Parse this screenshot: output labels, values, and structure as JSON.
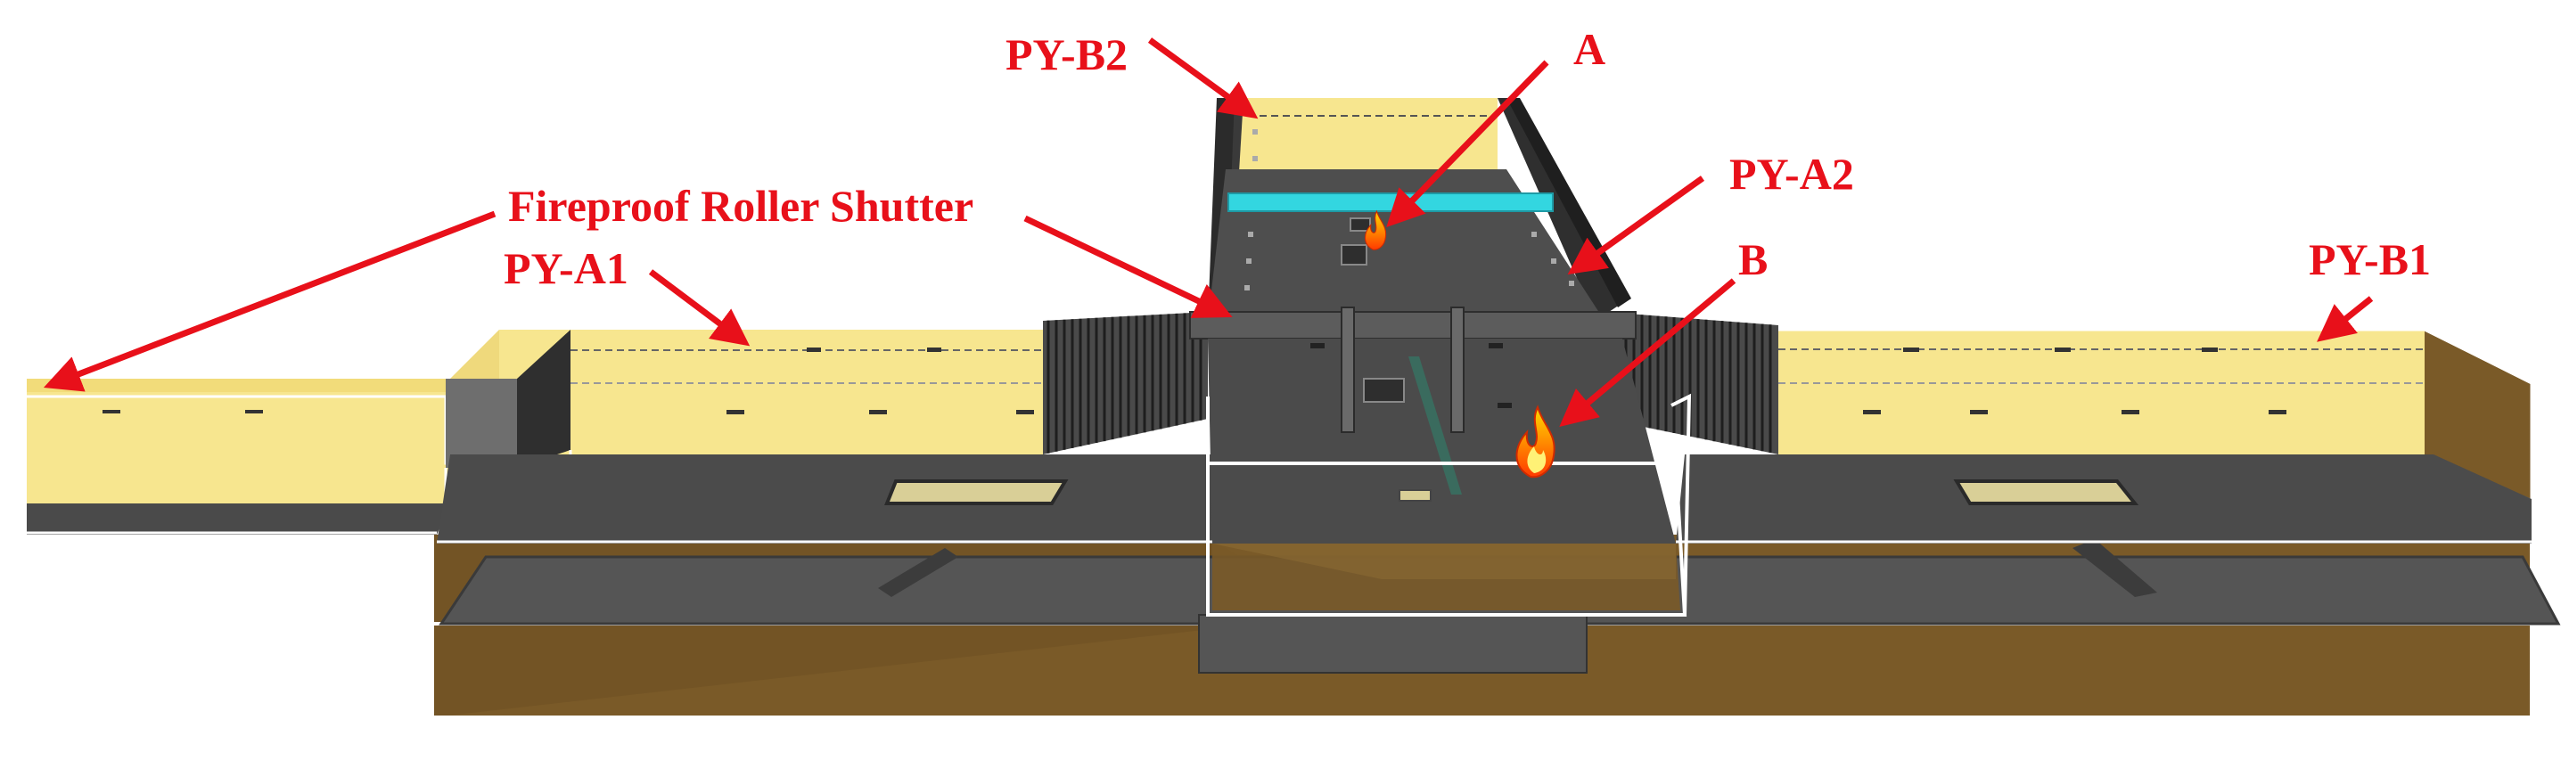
{
  "labels": {
    "fireproof_roller_shutter": "Fireproof Roller Shutter",
    "py_a1": "PY-A1",
    "py_a2": "PY-A2",
    "py_b1": "PY-B1",
    "py_b2": "PY-B2",
    "fire_a": "A",
    "fire_b": "B"
  },
  "colors": {
    "annotation": "#e8101a",
    "smoke_layer": "#f7e68f",
    "platform": "#4a4a4a",
    "ground": "#7a5a28",
    "outline": "#ffffff",
    "shutter": "#5a5a5a",
    "vent_bar": "#33d6e0"
  },
  "icons": {
    "fire_a": "fire-icon",
    "fire_b": "fire-icon"
  }
}
